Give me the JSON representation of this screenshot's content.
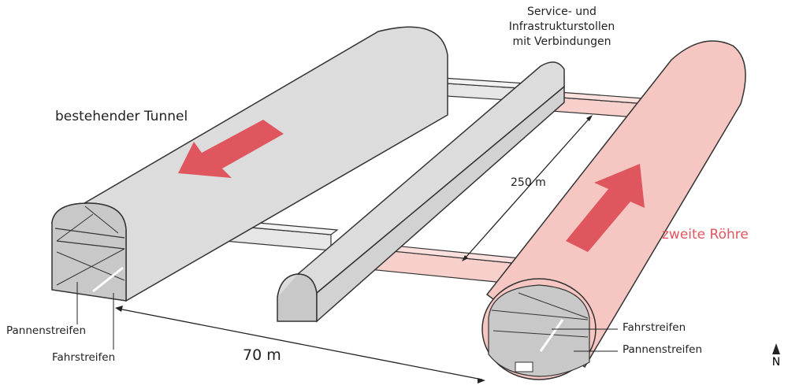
{
  "labels": {
    "existing_tunnel": "bestehender Tunnel",
    "second_tube": "zweite Röhre",
    "service_tunnel_line1": "Service- und",
    "service_tunnel_line2": "Infrastrukturstollen",
    "service_tunnel_line3": "mit Verbindungen",
    "spacing_dimension": "250 m",
    "width_dimension": "70 m",
    "left_breakdown_lane": "Pannenstreifen",
    "left_driving_lane": "Fahrstreifen",
    "right_driving_lane": "Fahrstreifen",
    "right_breakdown_lane": "Pannenstreifen",
    "north": "N"
  },
  "colors": {
    "gray_tunnel_fill": "#dcdcdc",
    "gray_tunnel_end": "#c8c8c8",
    "pink_tunnel_fill": "#f6c6c2",
    "pink_crosspassage": "#f7cfcb",
    "arrow_red": "#e0565e",
    "outline": "#333333"
  },
  "icons": {
    "north_arrow": "north-arrow-icon",
    "direction_arrow_south": "direction-arrow-icon",
    "direction_arrow_north": "direction-arrow-icon"
  }
}
